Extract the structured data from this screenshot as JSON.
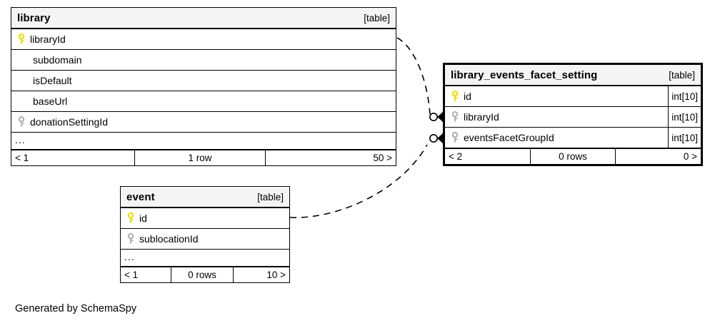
{
  "diagram": {
    "type": "entity-relationship-diagram",
    "generator_credit": "Generated by SchemaSpy",
    "background": "#ffffff",
    "pk_key_color": "#e8e000",
    "fk_key_color": "#b0b0b0",
    "header_background": "#f4f4f4",
    "line_color": "#000000"
  },
  "tables": [
    {
      "id": "library",
      "name": "library",
      "tag": "[table]",
      "emphasis": "normal",
      "columns": [
        {
          "name": "libraryId",
          "key": "primary",
          "type": ""
        },
        {
          "name": "subdomain",
          "key": "none",
          "type": ""
        },
        {
          "name": "isDefault",
          "key": "none",
          "type": ""
        },
        {
          "name": "baseUrl",
          "key": "none",
          "type": ""
        },
        {
          "name": "donationSettingId",
          "key": "foreign",
          "type": ""
        }
      ],
      "more_indicator": "...",
      "footer": {
        "left": "< 1",
        "middle": "1 row",
        "right": "50 >"
      }
    },
    {
      "id": "library_events_facet_setting",
      "name": "library_events_facet_setting",
      "tag": "[table]",
      "emphasis": "bold",
      "columns": [
        {
          "name": "id",
          "key": "primary",
          "type": "int[10]"
        },
        {
          "name": "libraryId",
          "key": "foreign",
          "type": "int[10]"
        },
        {
          "name": "eventsFacetGroupId",
          "key": "foreign",
          "type": "int[10]"
        }
      ],
      "more_indicator": "",
      "footer": {
        "left": "< 2",
        "middle": "0 rows",
        "right": "0 >"
      }
    },
    {
      "id": "event",
      "name": "event",
      "tag": "[table]",
      "emphasis": "normal",
      "columns": [
        {
          "name": "id",
          "key": "primary",
          "type": ""
        },
        {
          "name": "sublocationId",
          "key": "foreign",
          "type": ""
        }
      ],
      "more_indicator": "...",
      "footer": {
        "left": "< 1",
        "middle": "0 rows",
        "right": "10 >"
      }
    }
  ],
  "relationships": [
    {
      "from_table": "library",
      "from_column": "libraryId",
      "to_table": "library_events_facet_setting",
      "to_column": "libraryId",
      "style": "dashed",
      "cardinality": "zero-or-many"
    },
    {
      "from_table": "event",
      "from_column": "id",
      "to_table": "library_events_facet_setting",
      "to_column": "eventsFacetGroupId",
      "style": "dashed",
      "cardinality": "zero-or-many"
    }
  ]
}
